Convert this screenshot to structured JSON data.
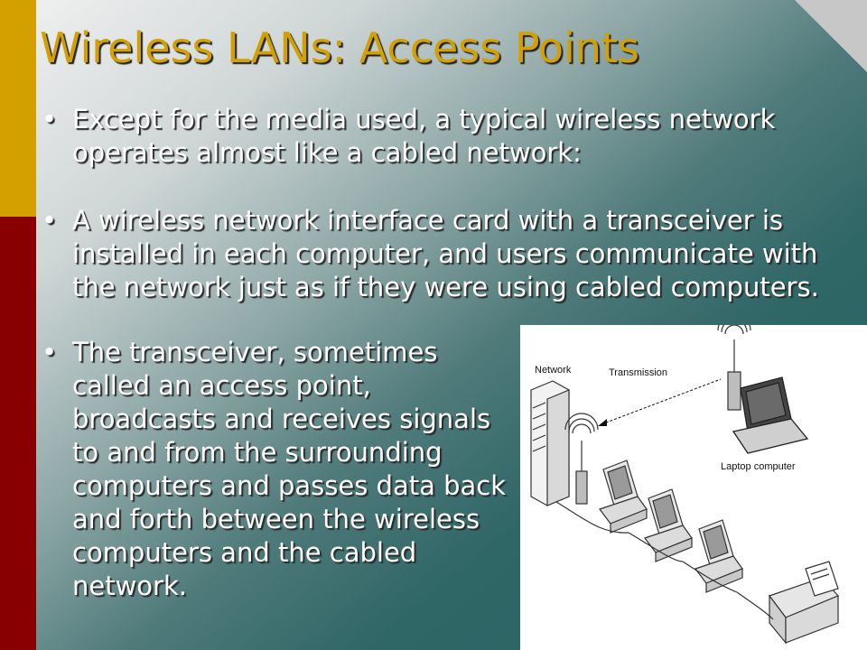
{
  "slide": {
    "title": "Wireless LANs: Access Points",
    "bullets": [
      "Except for the media used, a typical wireless network operates almost like a cabled network:",
      "A wireless network interface card with a transceiver is installed in each computer, and users communicate with the network just as if they were using cabled computers.",
      "The transceiver, sometimes called an access point, broadcasts and receives signals to and from the surrounding computers and passes data back and forth between the wireless computers and the cabled network."
    ],
    "bullet_marker": "•"
  },
  "figure": {
    "labels": {
      "network": "Network",
      "transmission": "Transmission",
      "laptop": "Laptop computer"
    }
  },
  "colors": {
    "title": "#d4a000",
    "gold_bar": "#d4a000",
    "red_bar": "#880000",
    "text": "#ffffff"
  }
}
